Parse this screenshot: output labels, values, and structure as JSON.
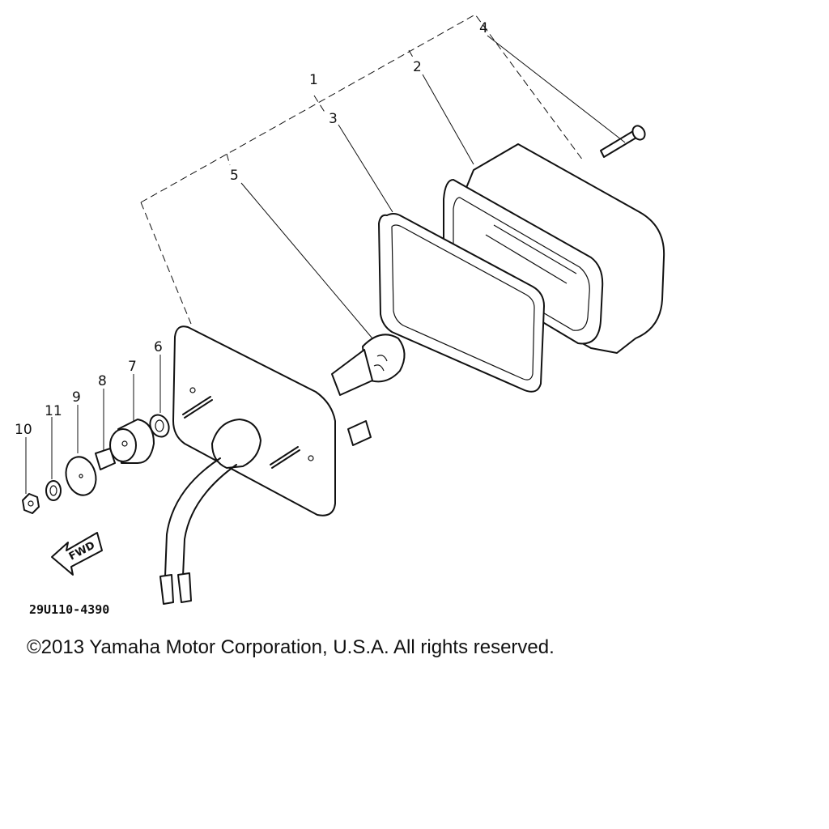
{
  "diagram": {
    "callouts": [
      {
        "id": "1",
        "text": "1"
      },
      {
        "id": "2",
        "text": "2"
      },
      {
        "id": "3",
        "text": "3"
      },
      {
        "id": "4",
        "text": "4"
      },
      {
        "id": "5",
        "text": "5"
      },
      {
        "id": "6",
        "text": "6"
      },
      {
        "id": "7",
        "text": "7"
      },
      {
        "id": "8",
        "text": "8"
      },
      {
        "id": "9",
        "text": "9"
      },
      {
        "id": "10",
        "text": "10"
      },
      {
        "id": "11",
        "text": "11"
      }
    ],
    "direction_label": "FWD",
    "drawing_number": "29U110-4390"
  },
  "footer": {
    "copyright": "©2013 Yamaha Motor Corporation, U.S.A. All rights reserved."
  }
}
